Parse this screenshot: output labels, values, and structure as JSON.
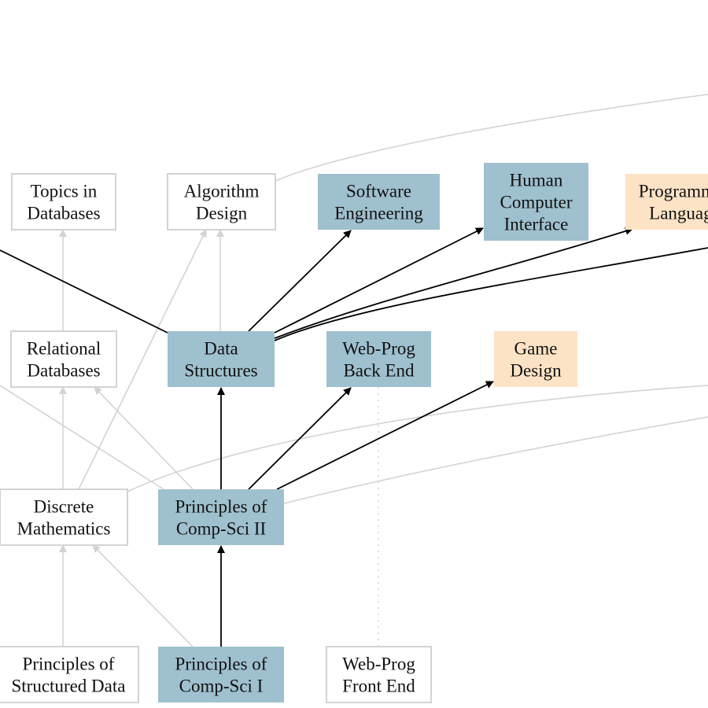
{
  "colors": {
    "required": "#9fc0ce",
    "elective": "#fde3c6",
    "other": "#ffffff",
    "border_other": "#d3d3d3",
    "edge_active": "#000000",
    "edge_inactive": "#d3d3d3"
  },
  "nodes": {
    "topics_db": {
      "lines": [
        "Topics in",
        "Databases"
      ],
      "status": "other"
    },
    "algorithm_design": {
      "lines": [
        "Algorithm",
        "Design"
      ],
      "status": "other"
    },
    "software_eng": {
      "lines": [
        "Software",
        "Engineering"
      ],
      "status": "required"
    },
    "hci": {
      "lines": [
        "Human",
        "Computer",
        "Interface"
      ],
      "status": "required"
    },
    "prog_lang": {
      "lines": [
        "Programming",
        "Languages"
      ],
      "status": "elective"
    },
    "relational_db": {
      "lines": [
        "Relational",
        "Databases"
      ],
      "status": "other"
    },
    "data_structures": {
      "lines": [
        "Data",
        "Structures"
      ],
      "status": "required"
    },
    "webprog_back": {
      "lines": [
        "Web-Prog",
        "Back End"
      ],
      "status": "required"
    },
    "game_design": {
      "lines": [
        "Game",
        "Design"
      ],
      "status": "elective"
    },
    "discrete_math": {
      "lines": [
        "Discrete",
        "Mathematics"
      ],
      "status": "other"
    },
    "pcs2": {
      "lines": [
        "Principles of",
        "Comp-Sci II"
      ],
      "status": "required"
    },
    "psd": {
      "lines": [
        "Principles of",
        "Structured Data"
      ],
      "status": "other"
    },
    "pcs1": {
      "lines": [
        "Principles of",
        "Comp-Sci I"
      ],
      "status": "required"
    },
    "webprog_front": {
      "lines": [
        "Web-Prog",
        "Front End"
      ],
      "status": "other"
    }
  }
}
